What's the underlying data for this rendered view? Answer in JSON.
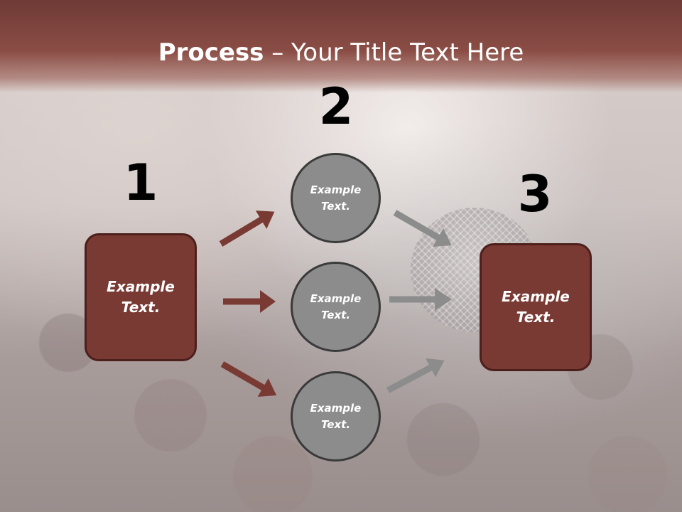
{
  "title": {
    "bold": "Process",
    "rest": " – Your Title Text Here"
  },
  "steps": [
    {
      "number": "1"
    },
    {
      "number": "2"
    },
    {
      "number": "3"
    }
  ],
  "left_box": {
    "line1": "Example",
    "line2": "Text."
  },
  "circles": [
    {
      "line1": "Example",
      "line2": "Text."
    },
    {
      "line1": "Example",
      "line2": "Text."
    },
    {
      "line1": "Example",
      "line2": "Text."
    }
  ],
  "right_box": {
    "line1": "Example",
    "line2": "Text."
  },
  "colors": {
    "header": "#8a4d45",
    "box_fill": "#7a3a34",
    "circle_fill": "#8c8c8c",
    "left_arrow": "#7a3a34",
    "right_arrow": "#8c8c8c"
  }
}
